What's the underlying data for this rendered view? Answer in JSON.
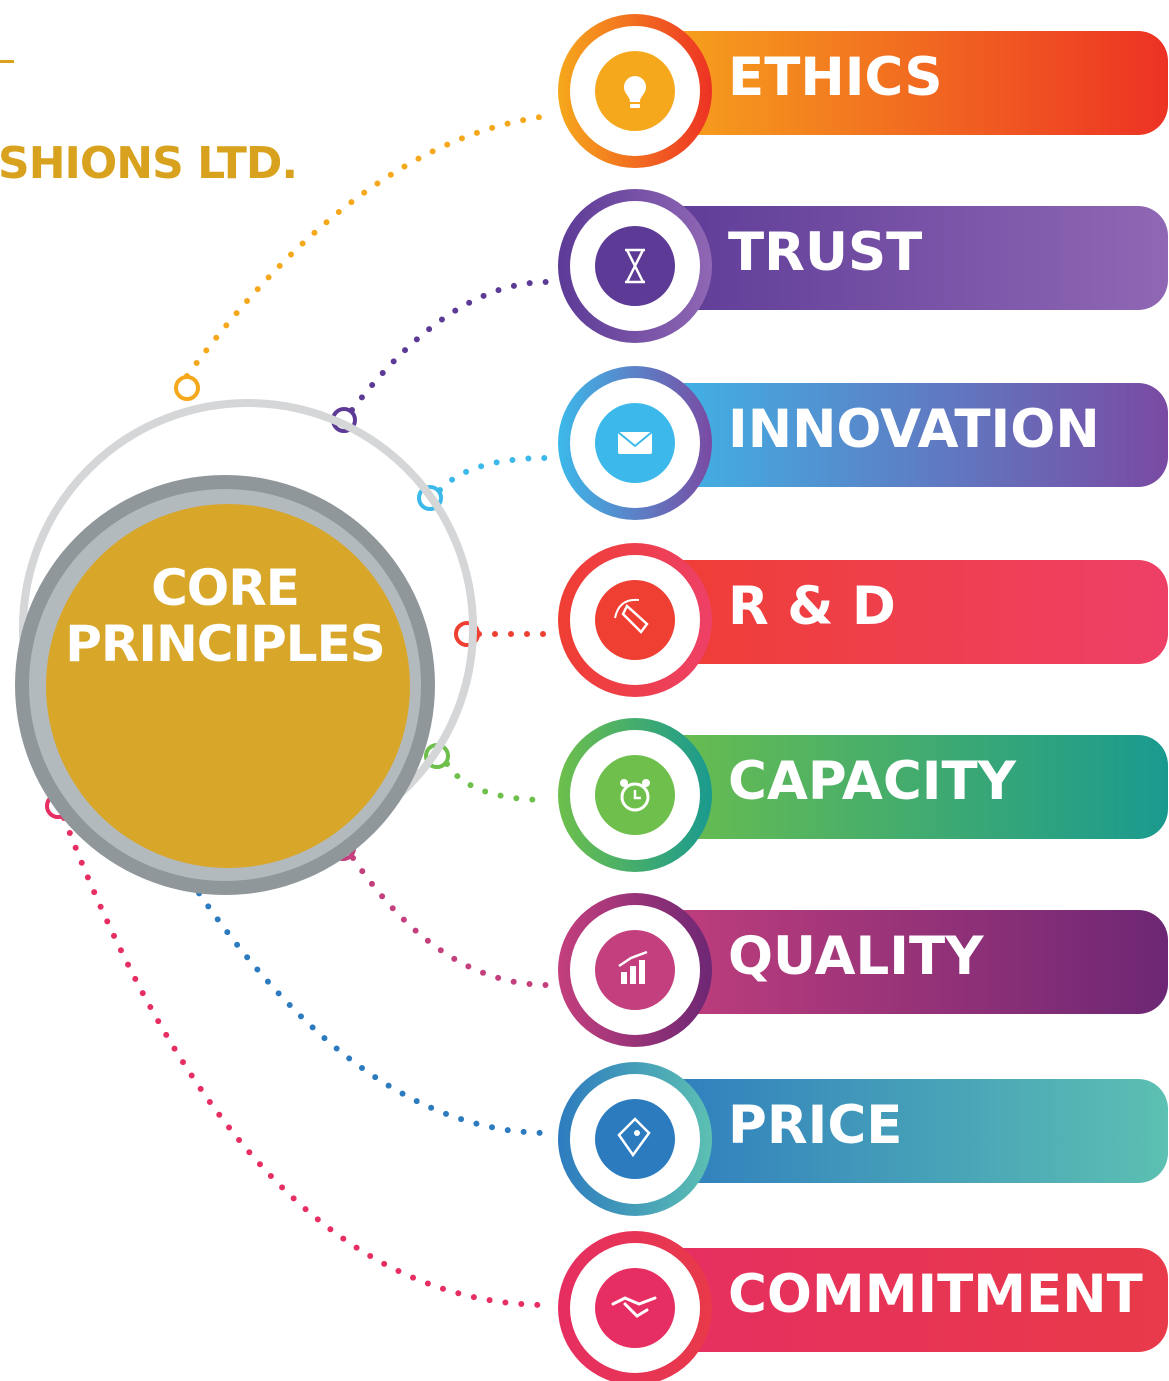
{
  "brand": {
    "partial_name": "SHIONS LTD.",
    "color": "#d9a21e"
  },
  "hub": {
    "line1": "CORE",
    "line2": "PRINCIPLES",
    "fill": "#d8a629",
    "ring": "#8f979b"
  },
  "principles": [
    {
      "label": "ETHICS",
      "icon": "lightbulb-icon",
      "c1": "#f6a81c",
      "c2": "#ed3224"
    },
    {
      "label": "TRUST",
      "icon": "hourglass-icon",
      "c1": "#5c3a96",
      "c2": "#8f67b4"
    },
    {
      "label": "INNOVATION",
      "icon": "envelope-icon",
      "c1": "#3cb9ea",
      "c2": "#7a4aa3"
    },
    {
      "label": "R & D",
      "icon": "pen-tool-icon",
      "c1": "#ef3e32",
      "c2": "#ee4067"
    },
    {
      "label": "CAPACITY",
      "icon": "alarm-clock-icon",
      "c1": "#6ebf4b",
      "c2": "#1a9a8f"
    },
    {
      "label": "QUALITY",
      "icon": "growth-chart-icon",
      "c1": "#c43f7d",
      "c2": "#6d2774"
    },
    {
      "label": "PRICE",
      "icon": "price-tag-icon",
      "c1": "#2d7bbf",
      "c2": "#5cc0b2"
    },
    {
      "label": "COMMITMENT",
      "icon": "handshake-icon",
      "c1": "#e62e62",
      "c2": "#e83a49"
    }
  ]
}
